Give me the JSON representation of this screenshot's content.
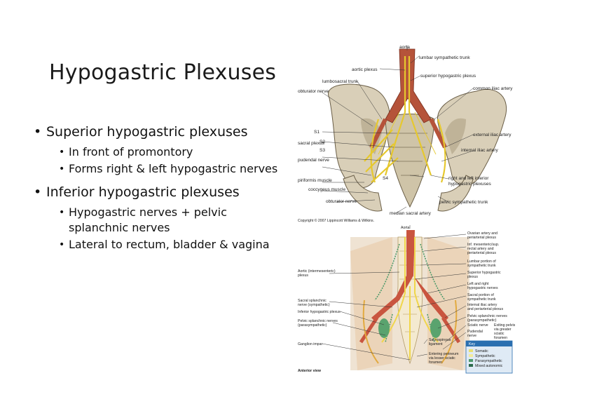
{
  "title": "Hypogastric Plexuses",
  "bullets": [
    {
      "text": "Superior hypogastric plexuses",
      "sub": [
        "In front of promontory",
        "Forms right & left hypogastric nerves"
      ]
    },
    {
      "text": "Inferior hypogastric plexuses",
      "sub": [
        "Hypogastric nerves + pelvic splanchnic nerves",
        "Lateral to rectum, bladder & vagina"
      ]
    }
  ],
  "figure_top": {
    "labels": {
      "aorta": "aorta",
      "aortic_plexus": "aortic plexus",
      "lumbar_sympathetic_trunk": "lumbar sympathetic trunk",
      "superior_hypogastric_plexus": "superior hypogastric plexus",
      "lumbosacral_trunk": "lumbosacral trunk",
      "obturator_nerve": "obturator nerve",
      "common_iliac_artery": "common iliac artery",
      "s1": "S1",
      "sacral_plexus": "sacral plexus",
      "s2": "S2",
      "s3": "S3",
      "pudendal_nerve": "pudendal nerve",
      "external_iliac_artery": "external iliac artery",
      "internal_iliac_artery": "internal iliac artery",
      "piriformis_muscle": "piriformis muscle",
      "s4": "S4",
      "right_left_inferior_1": "right and left inferior",
      "right_left_inferior_2": "hypogastric plexuses",
      "coccygeus_muscle": "coccygeus muscle",
      "obturator_nerve_bottom": "obturator nerve",
      "pelvic_sympathetic_trunk": "pelvic sympathetic trunk",
      "median_sacral_artery": "median sacral artery",
      "copyright": "Copyright © 2007 Lippincott Williams & Wilkins."
    }
  },
  "figure_bottom": {
    "labels": {
      "aorta": "Aorta",
      "ovarian_1": "Ovarian artery and",
      "ovarian_2": "periarterial plexus",
      "inf_mes_1": "Inf. mesenteric/sup.",
      "inf_mes_2": "rectal artery and",
      "inf_mes_3": "periarterial plexus",
      "lumbar_1": "Lumbar portion of",
      "lumbar_2": "sympathetic trunk",
      "aortic_1": "Aortic (intermesenteric)",
      "aortic_2": "plexus",
      "sup_hypo_1": "Superior hypogastric",
      "sup_hypo_2": "plexus",
      "left_right_1": "Left and right",
      "left_right_2": "hypogastric nerves",
      "sacral_portion_1": "Sacral portion of",
      "sacral_portion_2": "sympathetic trunk",
      "internal_iliac_1": "Internal iliac artery",
      "internal_iliac_2": "and periarterial plexus",
      "sacral_splanchnic_1": "Sacral splanchnic",
      "sacral_splanchnic_2": "nerve (sympathetic)",
      "inferior_hypo": "Inferior hypogastric plexus",
      "pelvic_splanchnic_1": "Pelvic splanchnic nerves",
      "pelvic_splanchnic_2": "(parasympathetic)",
      "pelvic_splanchnic_r1": "Pelvic splanchnic nerves",
      "pelvic_splanchnic_r2": "(parasympathetic)",
      "sciatic_nerve": "Sciatic nerve",
      "pudendal_1": "Pudendal",
      "pudendal_2": "nerve",
      "exiting_1": "Exiting pelvis",
      "exiting_2": "via greater",
      "exiting_3": "sciatic",
      "exiting_4": "foramen",
      "ganglion_impar": "Ganglion impar",
      "sacrospinous_1": "Sacrospinous",
      "sacrospinous_2": "ligament",
      "entering_1": "Entering perineum",
      "entering_2": "via lesser sciatic",
      "entering_3": "foramen",
      "anterior_view": "Anterior view",
      "key_title": "Key",
      "key_items": [
        "Somatic",
        "Sympathetic",
        "Parasympathetic",
        "Mixed autonomic"
      ]
    },
    "key_colors": [
      "#e8e070",
      "#f3ea9a",
      "#4d9a6a",
      "#2c6a4c"
    ]
  }
}
